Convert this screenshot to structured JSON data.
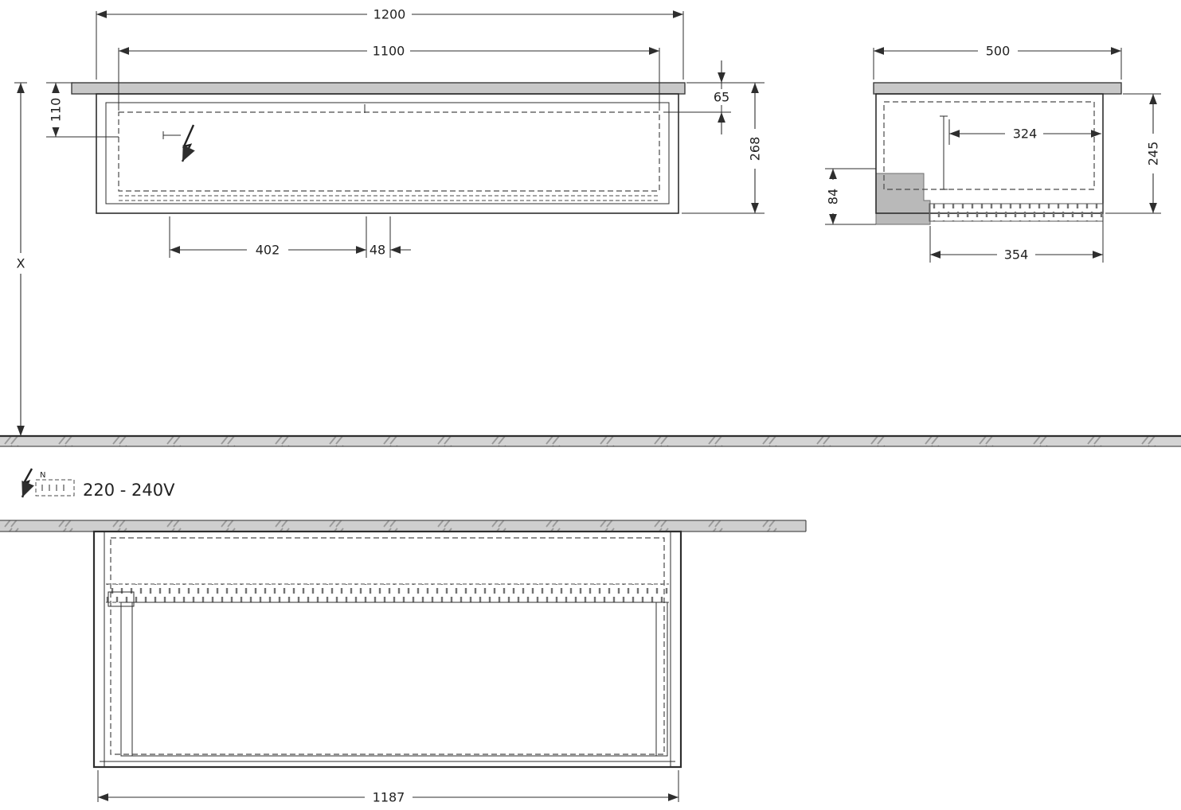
{
  "front": {
    "overall_width": "1200",
    "inner_width": "1100",
    "left_offset": "110",
    "apron": "65",
    "height": "268",
    "drain_offset": "402",
    "drain_gap": "48",
    "install_height": "X"
  },
  "side": {
    "depth": "500",
    "inner_depth": "324",
    "height": "245",
    "recess": "84",
    "bottom_depth": "354"
  },
  "plan": {
    "overall_width": "1187"
  },
  "power": {
    "neutral": "N",
    "voltage": "220 - 240V"
  }
}
